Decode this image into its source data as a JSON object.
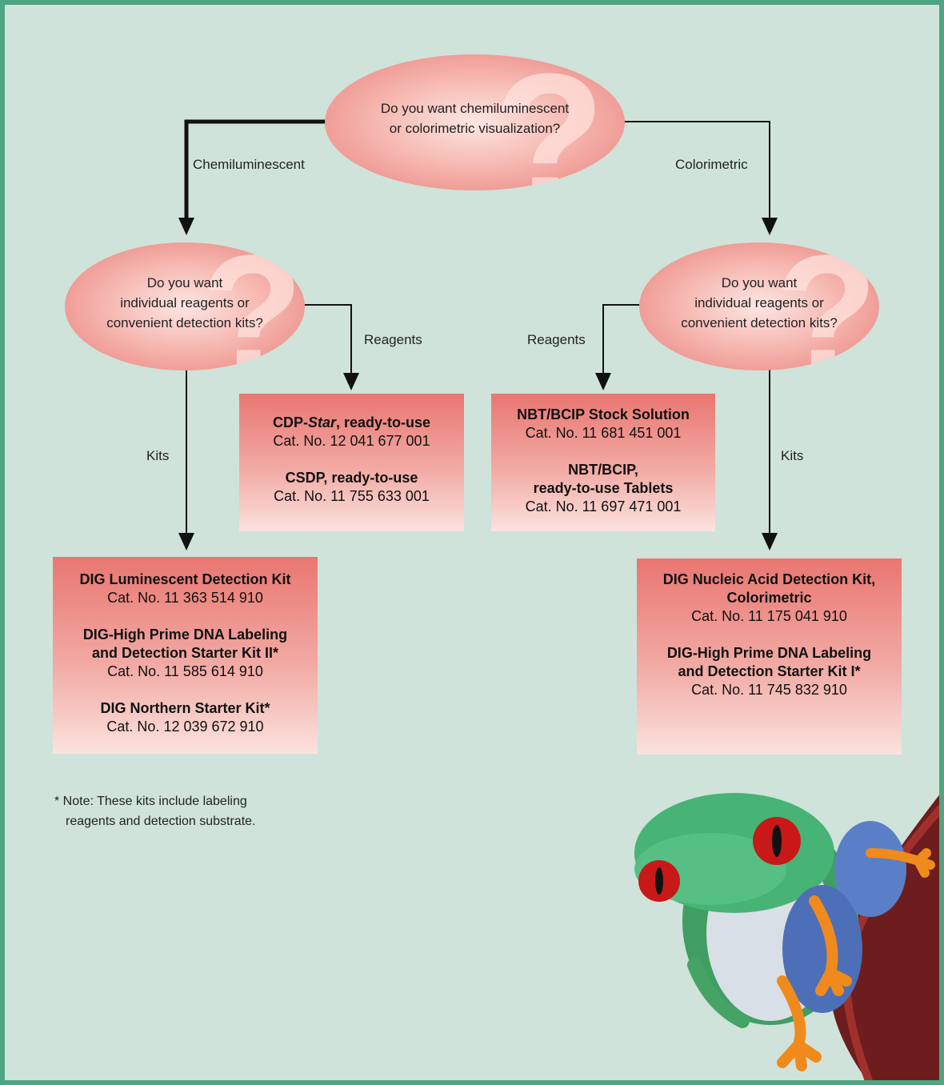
{
  "top_question": {
    "line1": "Do you want chemiluminescent",
    "line2": "or colorimetric visualization?"
  },
  "branches": {
    "left": "Chemiluminescent",
    "right": "Colorimetric"
  },
  "left_question": {
    "line1": "Do you want",
    "line2": "individual reagents or",
    "line3": "convenient detection kits?"
  },
  "right_question": {
    "line1": "Do you want",
    "line2": "individual reagents or",
    "line3": "convenient detection kits?"
  },
  "edge_labels": {
    "left_reagents": "Reagents",
    "left_kits": "Kits",
    "right_reagents": "Reagents",
    "right_kits": "Kits"
  },
  "question_mark": "?",
  "chemi_reagents": [
    {
      "name_prefix": "CDP-",
      "name_italic": "Star",
      "name_suffix": ", ready-to-use",
      "cat": "Cat. No. 12 041 677 001"
    },
    {
      "name": "CSDP, ready-to-use",
      "cat": "Cat. No. 11 755 633 001"
    }
  ],
  "color_reagents": [
    {
      "name": "NBT/BCIP Stock Solution",
      "cat": "Cat. No. 11 681 451 001"
    },
    {
      "name_line1": "NBT/BCIP,",
      "name_line2": "ready-to-use Tablets",
      "cat": "Cat. No. 11 697 471 001"
    }
  ],
  "chemi_kits": [
    {
      "name": "DIG Luminescent Detection Kit",
      "cat": "Cat. No. 11 363 514 910"
    },
    {
      "name_line1": "DIG-High Prime DNA Labeling",
      "name_line2": "and Detection Starter Kit II*",
      "cat": "Cat. No. 11 585 614 910"
    },
    {
      "name": "DIG Northern Starter Kit*",
      "cat": "Cat. No. 12 039 672 910"
    }
  ],
  "color_kits": [
    {
      "name_line1": "DIG Nucleic Acid Detection Kit,",
      "name_line2": "Colorimetric",
      "cat": "Cat. No. 11 175 041 910"
    },
    {
      "name_line1": "DIG-High Prime DNA Labeling",
      "name_line2": "and Detection Starter Kit I*",
      "cat": "Cat. No. 11 745 832 910"
    }
  ],
  "note": {
    "line1": "* Note: These kits include labeling",
    "line2": "reagents and detection substrate."
  },
  "colors": {
    "border": "#4ea582",
    "background": "#cfe3da",
    "box_top": "#e97671",
    "box_bottom": "#fbe2de"
  }
}
